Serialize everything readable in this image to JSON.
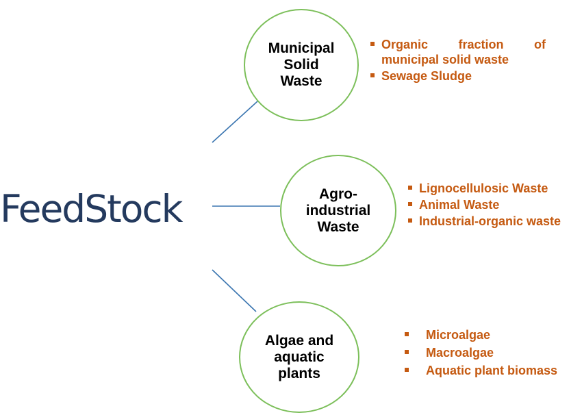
{
  "diagram": {
    "root": {
      "label": "FeedStock",
      "color": "#243a5e"
    },
    "colors": {
      "connector": "#3a75b0",
      "circle_border": "#7cbf5a",
      "item_text": "#c55a11"
    },
    "branches": [
      {
        "label": "Municipal\nSolid\nWaste",
        "items": [
          "Organic fraction of municipal solid waste",
          "Sewage Sludge"
        ]
      },
      {
        "label": "Agro-\nindustrial\nWaste",
        "items": [
          "Lignocellulosic Waste",
          "Animal Waste",
          "Industrial-organic waste"
        ]
      },
      {
        "label": "Algae and\naquatic\nplants",
        "items": [
          "Microalgae",
          "Macroalgae",
          "Aquatic plant biomass"
        ]
      }
    ]
  }
}
